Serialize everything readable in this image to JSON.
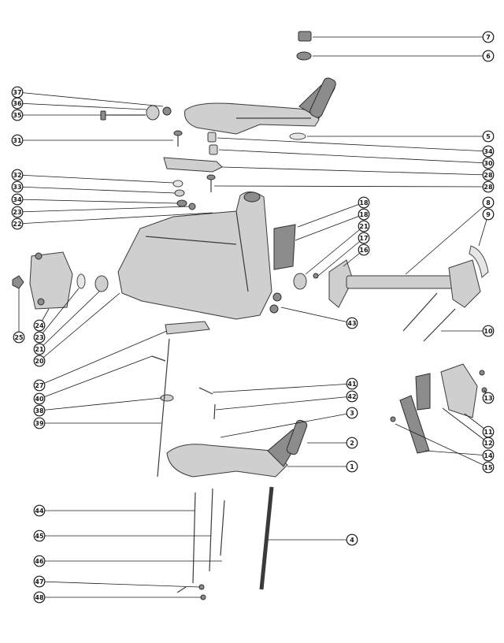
{
  "callouts": [
    {
      "id": "c7",
      "label": "7"
    },
    {
      "id": "c6",
      "label": "6"
    },
    {
      "id": "c37",
      "label": "37"
    },
    {
      "id": "c36",
      "label": "36"
    },
    {
      "id": "c35",
      "label": "35"
    },
    {
      "id": "c5",
      "label": "5"
    },
    {
      "id": "c31",
      "label": "31"
    },
    {
      "id": "c34a",
      "label": "34"
    },
    {
      "id": "c30",
      "label": "30"
    },
    {
      "id": "c28a",
      "label": "28"
    },
    {
      "id": "c32",
      "label": "32"
    },
    {
      "id": "c33",
      "label": "33"
    },
    {
      "id": "c28b",
      "label": "28"
    },
    {
      "id": "c34b",
      "label": "34"
    },
    {
      "id": "c23",
      "label": "23"
    },
    {
      "id": "c22",
      "label": "22"
    },
    {
      "id": "c18a",
      "label": "18"
    },
    {
      "id": "c18b",
      "label": "18"
    },
    {
      "id": "c8",
      "label": "8"
    },
    {
      "id": "c9",
      "label": "9"
    },
    {
      "id": "c21a",
      "label": "21"
    },
    {
      "id": "c17",
      "label": "17"
    },
    {
      "id": "c16",
      "label": "16"
    },
    {
      "id": "c25",
      "label": "25"
    },
    {
      "id": "c24",
      "label": "24"
    },
    {
      "id": "c23b",
      "label": "23"
    },
    {
      "id": "c21b",
      "label": "21"
    },
    {
      "id": "c20",
      "label": "20"
    },
    {
      "id": "c43",
      "label": "43"
    },
    {
      "id": "c10",
      "label": "10"
    },
    {
      "id": "c27",
      "label": "27"
    },
    {
      "id": "c41",
      "label": "41"
    },
    {
      "id": "c40",
      "label": "40"
    },
    {
      "id": "c42",
      "label": "42"
    },
    {
      "id": "c38",
      "label": "38"
    },
    {
      "id": "c3",
      "label": "3"
    },
    {
      "id": "c39",
      "label": "39"
    },
    {
      "id": "c13",
      "label": "13"
    },
    {
      "id": "c11",
      "label": "11"
    },
    {
      "id": "c12",
      "label": "12"
    },
    {
      "id": "c2",
      "label": "2"
    },
    {
      "id": "c14",
      "label": "14"
    },
    {
      "id": "c1",
      "label": "1"
    },
    {
      "id": "c15",
      "label": "15"
    },
    {
      "id": "c44",
      "label": "44"
    },
    {
      "id": "c45",
      "label": "45"
    },
    {
      "id": "c4",
      "label": "4"
    },
    {
      "id": "c46",
      "label": "46"
    },
    {
      "id": "c47",
      "label": "47"
    },
    {
      "id": "c48",
      "label": "48"
    }
  ]
}
